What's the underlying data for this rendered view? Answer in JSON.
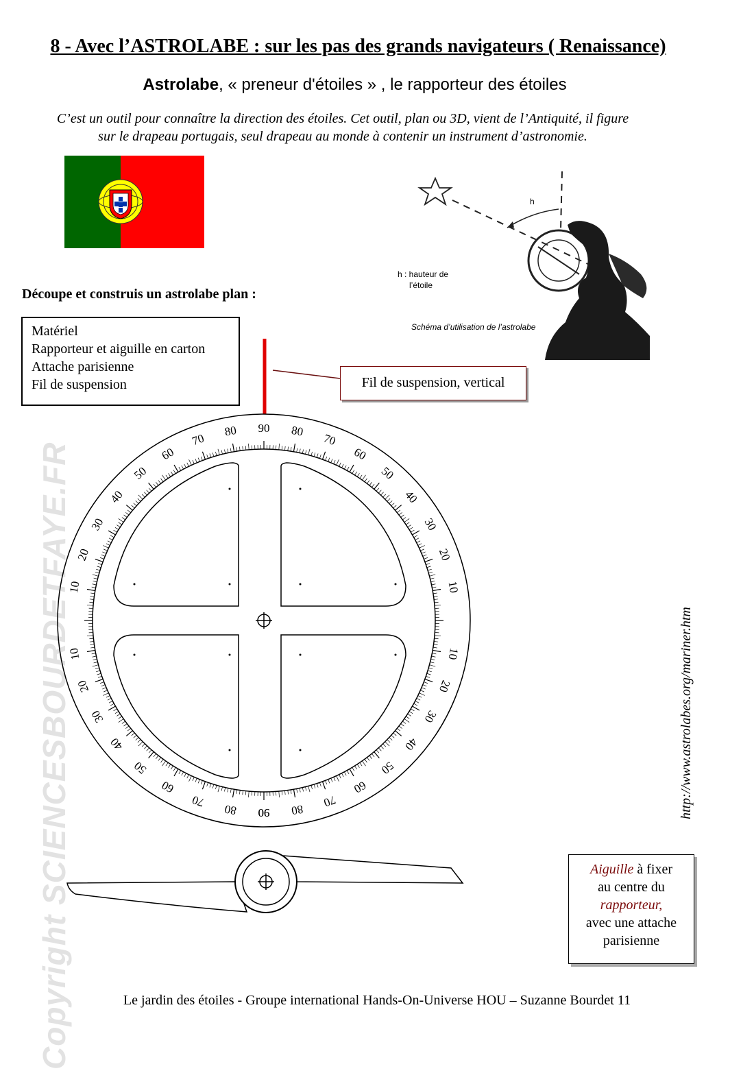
{
  "title": "8 - Avec l’ASTROLABE : sur les pas des grands navigateurs ( Renaissance)",
  "subtitle": {
    "bold": "Astrolabe",
    "rest": ", « preneur d'étoiles » , le rapporteur des étoiles"
  },
  "intro": {
    "line1": "C’est un outil pour connaître la direction des étoiles. Cet outil, plan ou 3D, vient de l’Antiquité, il figure",
    "line2": "sur le drapeau portugais, seul drapeau au monde à contenir un instrument d’astronomie."
  },
  "flag": {
    "green": "#006600",
    "red": "#ff0000",
    "yellow": "#ffff00"
  },
  "diagram": {
    "h_label": "h",
    "legend_line1": "h : hauteur de",
    "legend_line2": "l’étoile",
    "caption": "Schéma d’utilisation de l’astrolabe",
    "icon": "star-icon"
  },
  "build_heading": "Découpe  et  construis un astrolabe plan :",
  "material": {
    "heading": "Matériel",
    "items": [
      "Rapporteur et aiguille en carton",
      "Attache parisienne",
      "Fil de suspension"
    ]
  },
  "fil_label": "Fil de suspension, vertical",
  "fil_color": "#e00000",
  "scale_labels": [
    "10",
    "20",
    "30",
    "40",
    "50",
    "60",
    "70",
    "80",
    "90"
  ],
  "aiguille": {
    "word": "Aiguille",
    "line1_rest": " à  fixer",
    "line2": "au centre du",
    "word2": "rapporteur,",
    "line4": "avec une attache",
    "line5": "parisienne"
  },
  "url": "http://www.astrolabes.org/mariner.htm",
  "copyright": "Copyright SCIENCESBOURDETFAYE.FR",
  "footer": "Le jardin des étoiles - Groupe international Hands-On-Universe HOU – Suzanne Bourdet    11"
}
